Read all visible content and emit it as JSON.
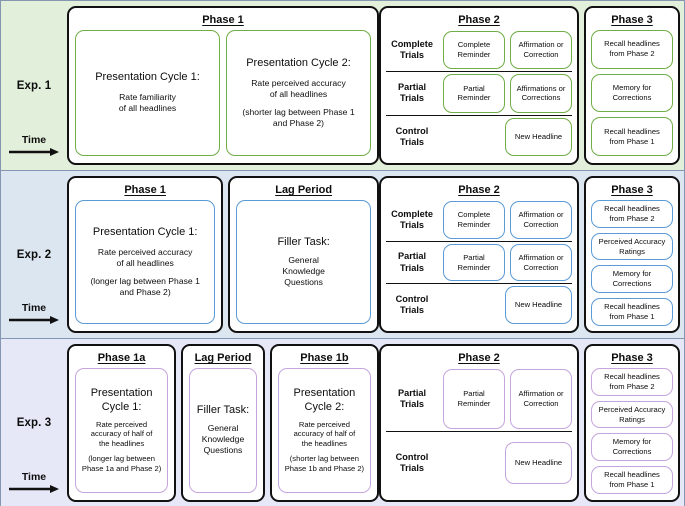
{
  "time_label": "Time",
  "colors": {
    "exp1_band": "#e2efda",
    "exp1_accent": "#70ad47",
    "exp2_band": "#dce6f1",
    "exp2_accent": "#5b9bd5",
    "exp3_band": "#e6e8f8",
    "exp3_accent": "#c5a5dd",
    "panel_border": "#111111"
  },
  "exp1": {
    "label": "Exp. 1",
    "phase1": {
      "title": "Phase 1",
      "cycle1": {
        "heading": "Presentation Cycle 1:",
        "body": "Rate familiarity\nof all headlines",
        "note": ""
      },
      "cycle2": {
        "heading": "Presentation Cycle 2:",
        "body": "Rate perceived accuracy\nof all headlines",
        "note": "(shorter lag between Phase 1\nand Phase 2)"
      }
    },
    "phase2": {
      "title": "Phase 2",
      "rows": [
        {
          "name": "Complete\nTrials",
          "box1": "Complete\nReminder",
          "box2": "Affirmation or\nCorrection"
        },
        {
          "name": "Partial\nTrials",
          "box1": "Partial\nReminder",
          "box2": "Affirmations or\nCorrections"
        },
        {
          "name": "Control\nTrials",
          "box1": "",
          "box2": "New Headline"
        }
      ]
    },
    "phase3": {
      "title": "Phase 3",
      "items": [
        "Recall headlines\nfrom Phase 2",
        "Memory for\nCorrections",
        "Recall headlines\nfrom Phase 1"
      ]
    }
  },
  "exp2": {
    "label": "Exp. 2",
    "phase1": {
      "title": "Phase 1",
      "cycle1": {
        "heading": "Presentation Cycle 1:",
        "body": "Rate perceived accuracy\nof all headlines",
        "note": "(longer lag between Phase 1\nand Phase 2)"
      }
    },
    "lag": {
      "title": "Lag Period",
      "heading": "Filler Task:",
      "body": "General\nKnowledge\nQuestions"
    },
    "phase2": {
      "title": "Phase 2",
      "rows": [
        {
          "name": "Complete\nTrials",
          "box1": "Complete\nReminder",
          "box2": "Affirmation or\nCorrection"
        },
        {
          "name": "Partial\nTrials",
          "box1": "Partial\nReminder",
          "box2": "Affirmation or\nCorrection"
        },
        {
          "name": "Control\nTrials",
          "box1": "",
          "box2": "New Headline"
        }
      ]
    },
    "phase3": {
      "title": "Phase 3",
      "items": [
        "Recall headlines\nfrom Phase 2",
        "Perceived Accuracy\nRatings",
        "Memory for\nCorrections",
        "Recall headlines\nfrom Phase 1"
      ]
    }
  },
  "exp3": {
    "label": "Exp. 3",
    "phase1a": {
      "title": "Phase 1a",
      "heading": "Presentation\nCycle 1:",
      "body": "Rate perceived\naccuracy of half of\nthe headlines",
      "note": "(longer lag between\nPhase 1a and Phase 2)"
    },
    "lag": {
      "title": "Lag Period",
      "heading": "Filler Task:",
      "body": "General\nKnowledge\nQuestions"
    },
    "phase1b": {
      "title": "Phase 1b",
      "heading": "Presentation\nCycle 2:",
      "body": "Rate perceived\naccuracy of half of\nthe headlines",
      "note": "(shorter lag between\nPhase 1b and Phase 2)"
    },
    "phase2": {
      "title": "Phase 2",
      "rows": [
        {
          "name": "Partial\nTrials",
          "box1": "Partial\nReminder",
          "box2": "Affirmation or\nCorrection"
        },
        {
          "name": "Control\nTrials",
          "box1": "",
          "box2": "New Headline"
        }
      ]
    },
    "phase3": {
      "title": "Phase 3",
      "items": [
        "Recall headlines\nfrom Phase 2",
        "Perceived Accuracy\nRatings",
        "Memory for\nCorrections",
        "Recall headlines\nfrom Phase 1"
      ]
    }
  }
}
